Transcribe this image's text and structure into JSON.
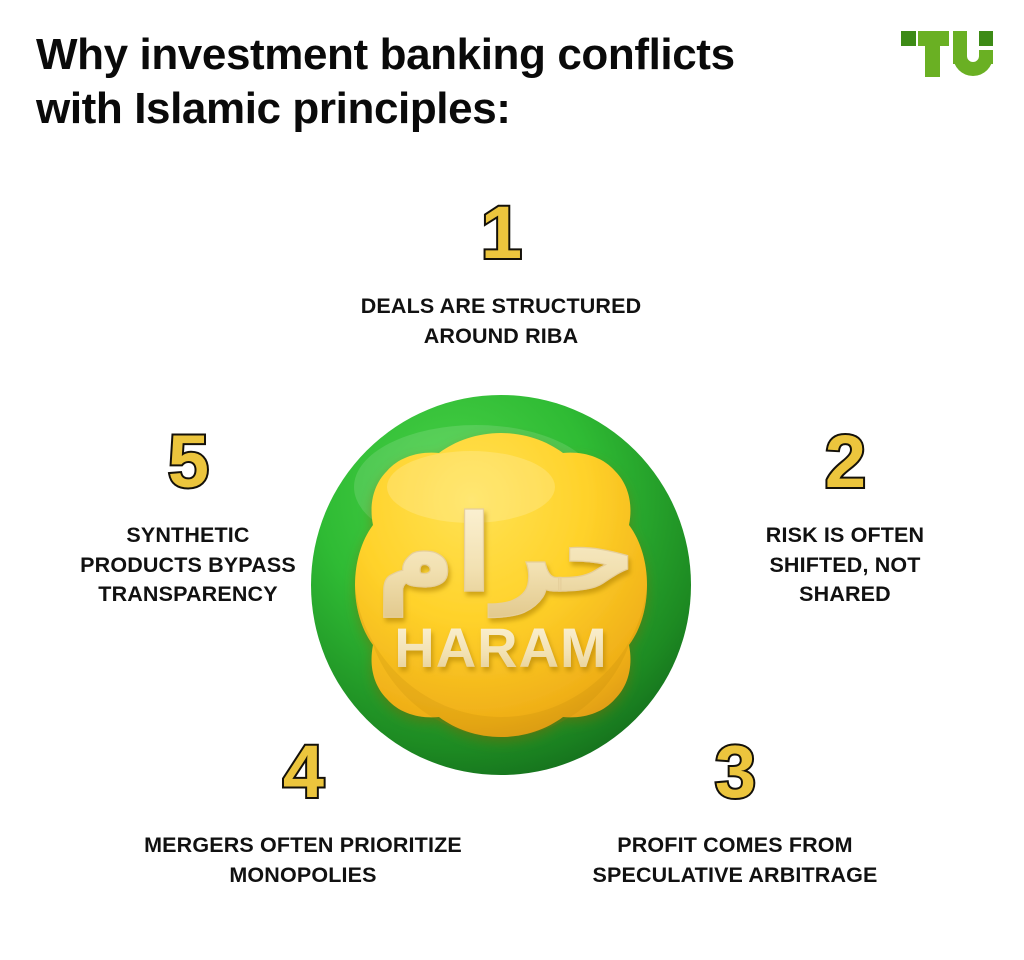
{
  "header": {
    "title": "Why investment banking conflicts\nwith Islamic principles:",
    "logo": {
      "name": "tu-logo",
      "text": "TU",
      "color_light": "#6ab023",
      "color_dark": "#3d8b16"
    }
  },
  "badge": {
    "name": "haram-badge",
    "arabic_text": "حرام",
    "latin_text": "HARAM",
    "circle_color_light": "#35c03a",
    "circle_color_dark": "#14701c",
    "plate_color_light": "#ffd62e",
    "plate_color_dark": "#e8a817",
    "relief_color": "#f4e5bb"
  },
  "items": [
    {
      "number": "1",
      "text": "DEALS ARE STRUCTURED\nAROUND RIBA",
      "name": "item-deals-riba"
    },
    {
      "number": "2",
      "text": "RISK IS OFTEN\nSHIFTED, NOT\nSHARED",
      "name": "item-risk-shifted"
    },
    {
      "number": "3",
      "text": "PROFIT COMES FROM\nSPECULATIVE ARBITRAGE",
      "name": "item-speculative-arbitrage"
    },
    {
      "number": "4",
      "text": "MERGERS OFTEN PRIORITIZE\nMONOPOLIES",
      "name": "item-mergers-monopolies"
    },
    {
      "number": "5",
      "text": "SYNTHETIC\nPRODUCTS BYPASS\nTRANSPARENCY",
      "name": "item-synthetic-products"
    }
  ],
  "colors": {
    "background": "#ffffff",
    "title": "#0a0a0a",
    "number_fill": "#ecc53d",
    "number_stroke": "#14110a",
    "body_text": "#111111"
  }
}
